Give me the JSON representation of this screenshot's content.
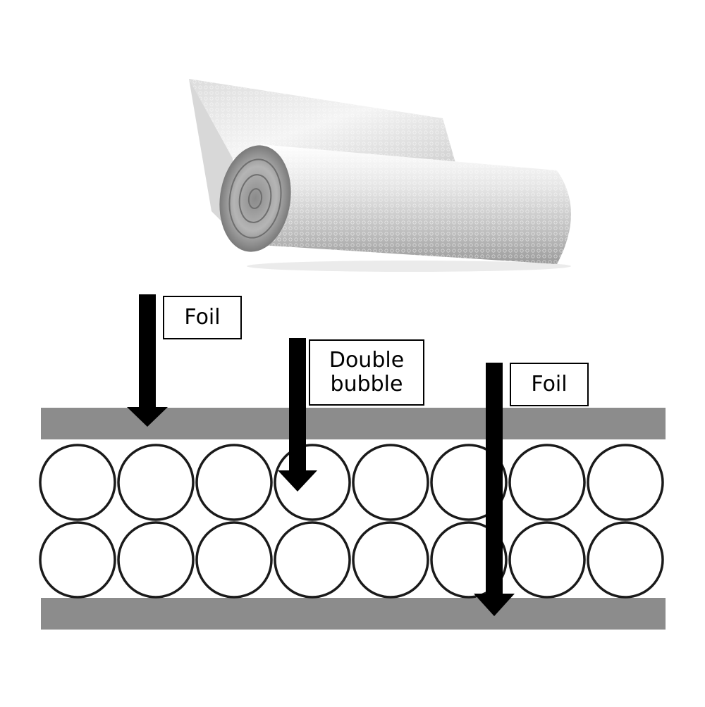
{
  "diagram": {
    "labels": {
      "top_foil": "Foil",
      "double_bubble_line1": "Double",
      "double_bubble_line2": "bubble",
      "bottom_foil": "Foil"
    },
    "bubble_rows": 2,
    "bubbles_per_row": 8,
    "colors": {
      "foil_layer": "#8c8c8c",
      "arrow": "#000000",
      "bubble_stroke": "#1a1a1a",
      "roll_highlight": "#f2f2f2",
      "roll_shadow": "#9a9a9a"
    }
  }
}
